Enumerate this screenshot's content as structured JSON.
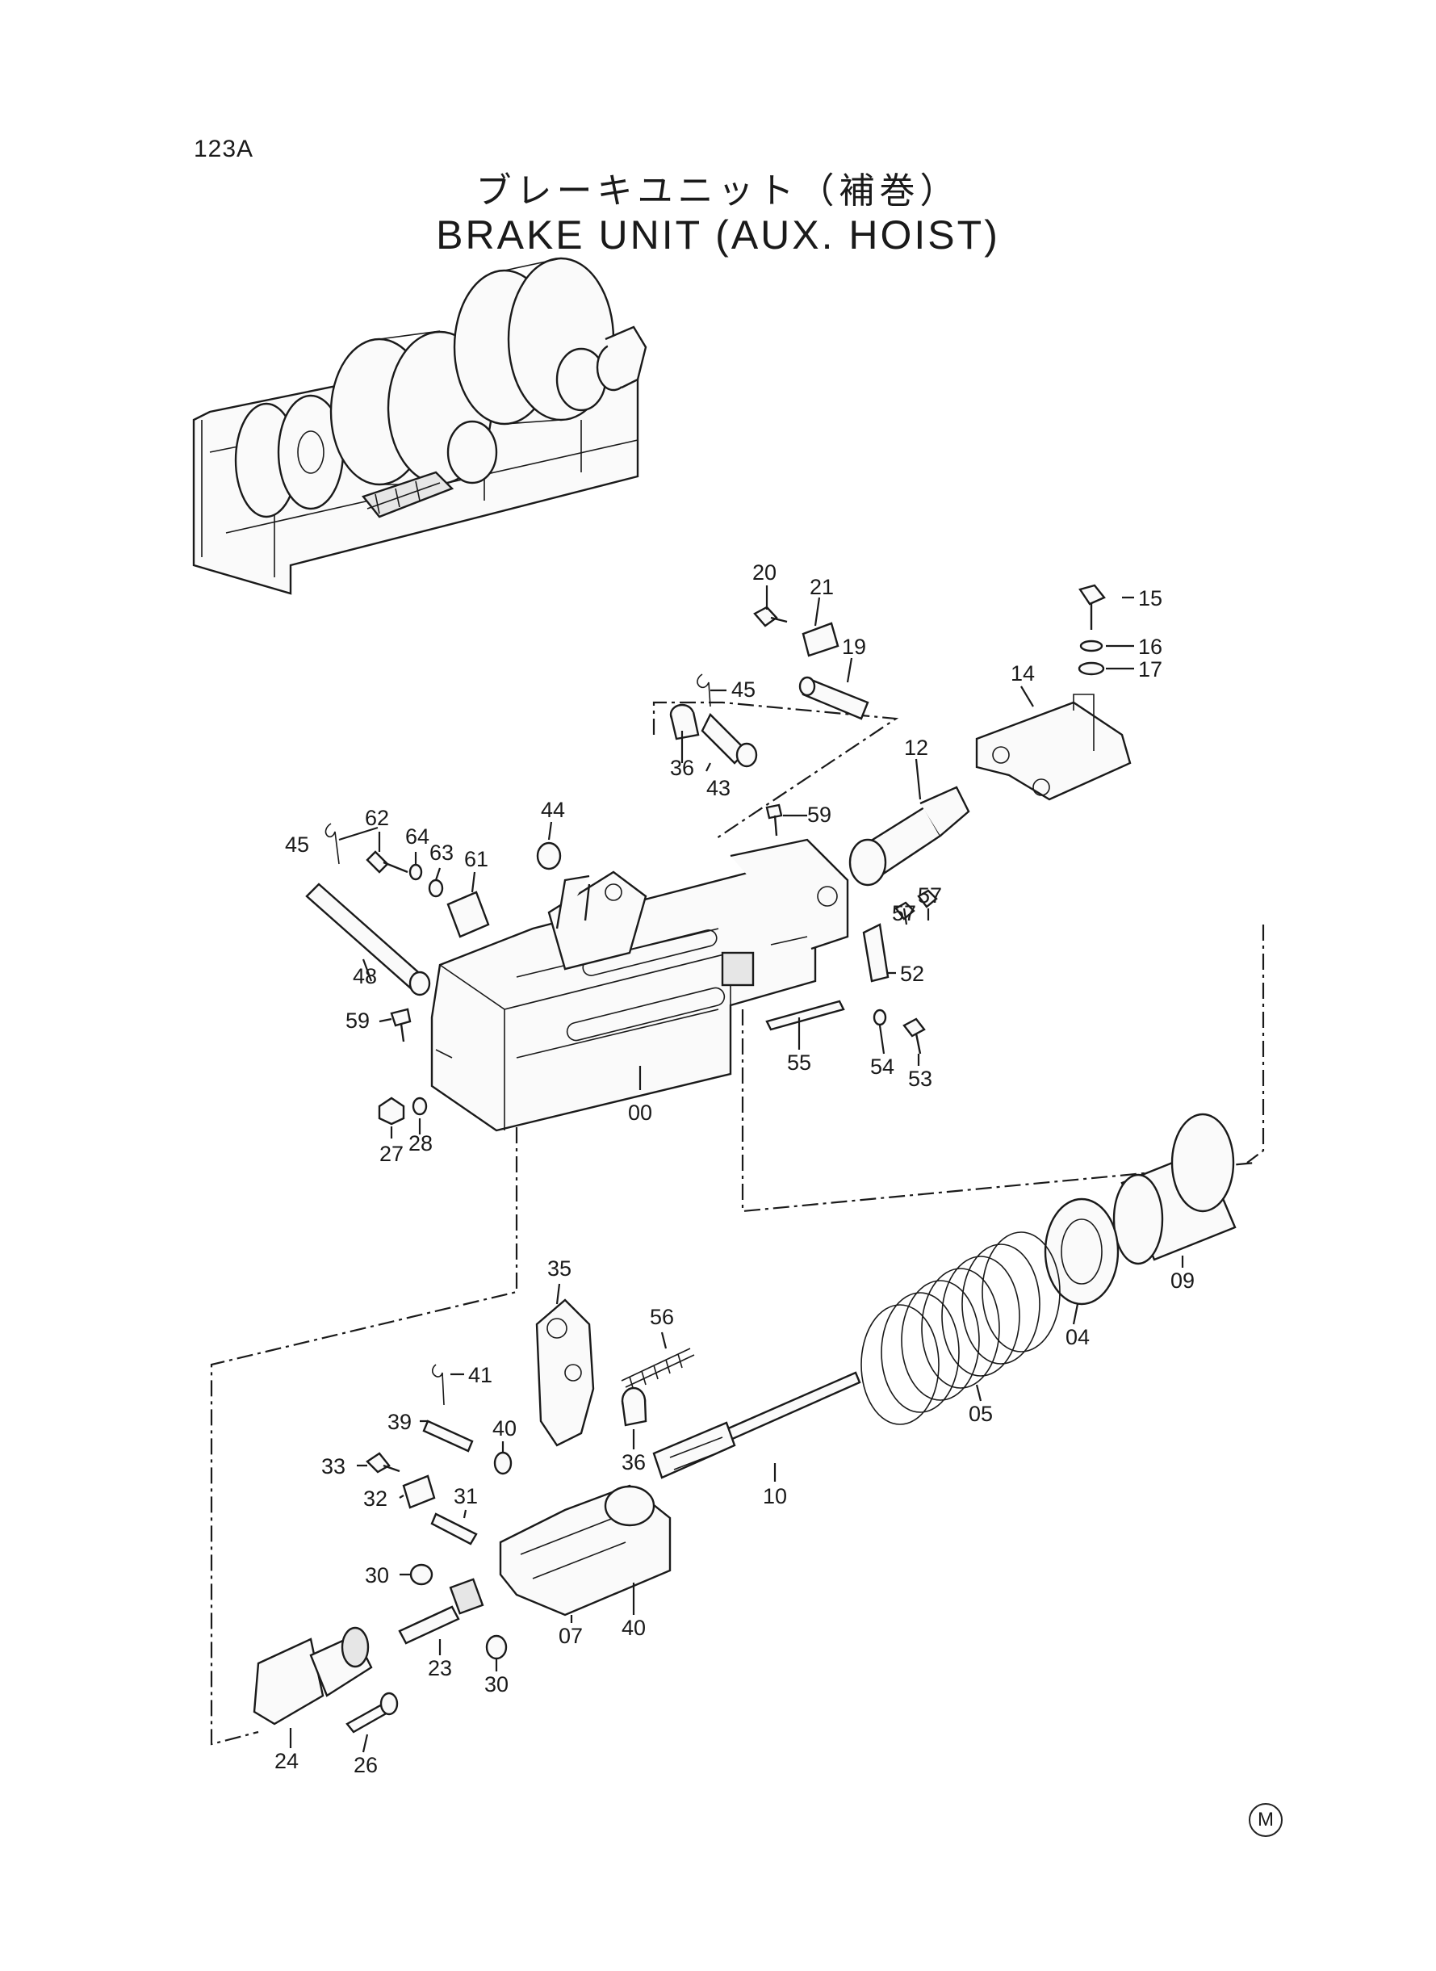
{
  "page_code": "123A",
  "title_jp": "ブレーキユニット（補巻）",
  "title_en": "BRAKE UNIT (AUX. HOIST)",
  "corner_mark": "M",
  "labels": {
    "l00": "00",
    "l04": "04",
    "l05": "05",
    "l07": "07",
    "l09": "09",
    "l10": "10",
    "l12": "12",
    "l14": "14",
    "l15": "15",
    "l16": "16",
    "l17": "17",
    "l19": "19",
    "l20": "20",
    "l21": "21",
    "l23": "23",
    "l24": "24",
    "l26": "26",
    "l27": "27",
    "l28": "28",
    "l30a": "30",
    "l30b": "30",
    "l31": "31",
    "l32": "32",
    "l33": "33",
    "l35": "35",
    "l36a": "36",
    "l36b": "36",
    "l39": "39",
    "l40a": "40",
    "l40b": "40",
    "l41": "41",
    "l43": "43",
    "l44": "44",
    "l45a": "45",
    "l45b": "45",
    "l48": "48",
    "l52": "52",
    "l53": "53",
    "l54": "54",
    "l55": "55",
    "l56": "56",
    "l57a": "57",
    "l57b": "57",
    "l59a": "59",
    "l59b": "59",
    "l61": "61",
    "l62": "62",
    "l63": "63",
    "l64": "64"
  }
}
